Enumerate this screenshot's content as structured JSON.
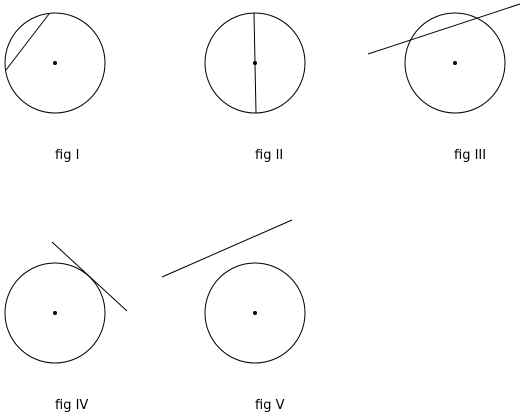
{
  "figures": [
    {
      "label": "fig I",
      "line_relation": "chord"
    },
    {
      "label": "fig II",
      "line_relation": "diameter"
    },
    {
      "label": "fig III",
      "line_relation": "secant"
    },
    {
      "label": "fig IV",
      "line_relation": "tangent"
    },
    {
      "label": "fig V",
      "line_relation": "non-intersecting line"
    }
  ],
  "colors": {
    "stroke": "#000000",
    "background": "#ffffff"
  }
}
